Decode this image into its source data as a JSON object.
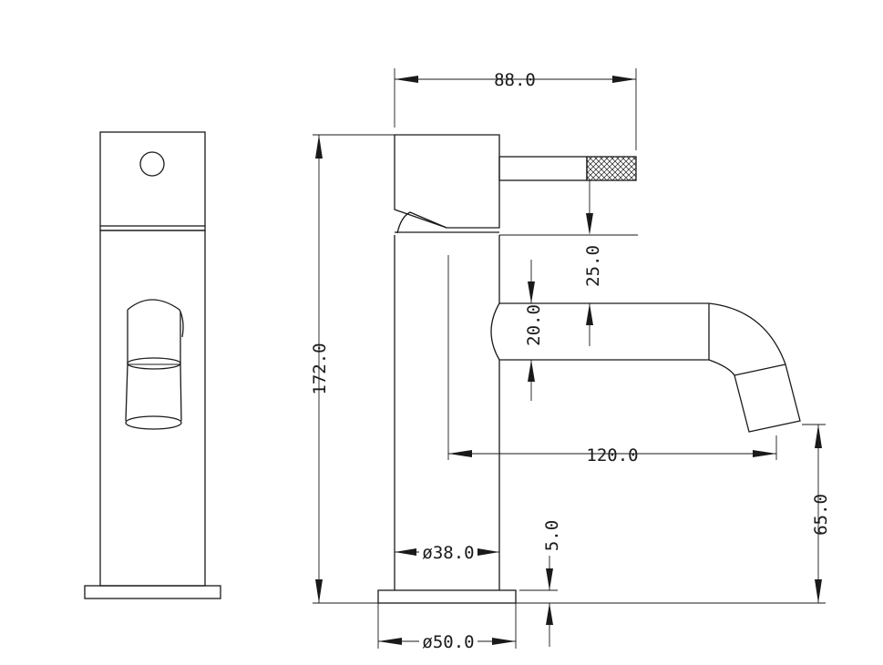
{
  "dimensions": {
    "lever_span": "88.0",
    "overall_height": "172.0",
    "lever_to_spout_drop": "25.0",
    "spout_thickness": "20.0",
    "spout_projection": "120.0",
    "outlet_height": "65.0",
    "body_diameter": "ø38.0",
    "base_thickness": "5.0",
    "base_diameter": "ø50.0"
  }
}
